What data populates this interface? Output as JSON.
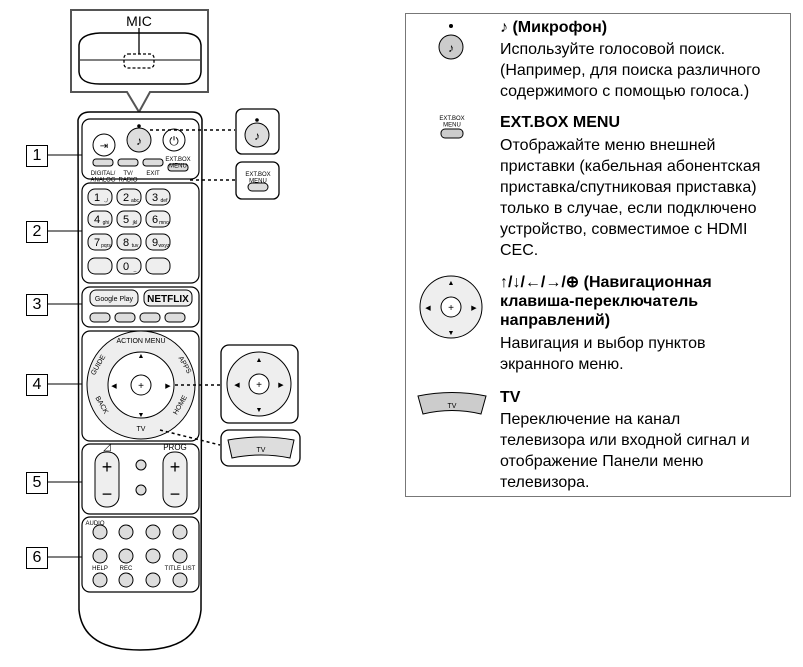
{
  "callouts": {
    "mic_label": "MIC",
    "n1": "1",
    "n2": "2",
    "n3": "3",
    "n4": "4",
    "n5": "5",
    "n6": "6"
  },
  "remote": {
    "top_row_labels": [
      "DIGITAL/\nANALOG",
      "TV/\nRADIO",
      "EXIT",
      "EXT.BOX\nMENU"
    ],
    "digits": [
      "1",
      "2",
      "3",
      "4",
      "5",
      "6",
      "7",
      "8",
      "9",
      "0"
    ],
    "digit_subs": [
      ".,/",
      "abc",
      "def",
      "ghi",
      "jkl",
      "mno",
      "pqrs",
      "tuv",
      "wxyz",
      "_"
    ],
    "google_play": "Google Play",
    "netflix": "NETFLIX",
    "action_menu": "ACTION MENU",
    "guide": "GUIDE",
    "apps": "APPS",
    "back": "BACK",
    "home": "HOME",
    "tv": "TV",
    "prog": "PROG",
    "audio": "AUDIO",
    "help": "HELP",
    "rec": "REC",
    "title_list": "TITLE LIST",
    "ext_box_menu_zoom": "EXT.BOX\nMENU",
    "tv_zoom": "TV"
  },
  "legend": {
    "mic_title": "(Микрофон)",
    "mic_text": "Используйте голосовой поиск.\n(Например, для поиска различного\nсодержимого с помощью голоса.)",
    "ext_icon_label": "EXT.BOX\nMENU",
    "ext_title": "EXT.BOX MENU",
    "ext_text": "Отображайте меню внешней\nприставки (кабельная абонентская\nприставка/спутниковая приставка)\nтолько в случае, если подключено\nустройство, совместимое с HDMI\nCEC.",
    "nav_title": "↑/↓/←/→/⊕ (Навигационная\nклавиша-переключатель\nнаправлений)",
    "nav_text": "Навигация и выбор пунктов\nэкранного меню.",
    "tv_icon_label": "TV",
    "tv_title": "TV",
    "tv_text": "Переключение на канал\nтелевизора или входной сигнал и\nотображение Панели меню\nтелевизора."
  }
}
